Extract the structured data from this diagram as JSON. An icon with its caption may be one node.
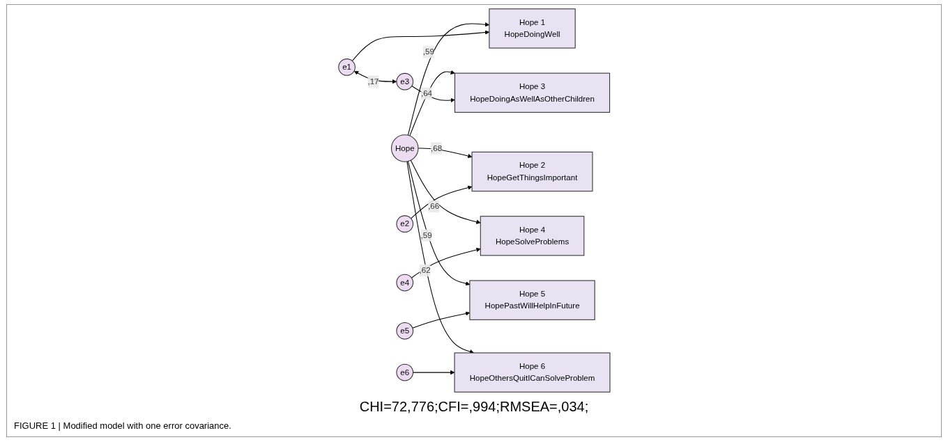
{
  "diagram": {
    "caption": "FIGURE 1 | Modified model with one error covariance.",
    "nodes": [
      {
        "text": [
          "Hope"
        ]
      },
      {
        "text": [
          "Hope 1",
          "HopeDoingWell"
        ]
      },
      {
        "text": [
          "Hope 2",
          "HopeGetThingsImportant"
        ]
      },
      {
        "text": [
          "Hope 3",
          "HopeDoingAsWellAsOtherChildren"
        ]
      },
      {
        "text": [
          "Hope 4",
          "HopeSolveProblems"
        ]
      },
      {
        "text": [
          "Hope 5",
          "HopePastWillHelpInFuture"
        ]
      },
      {
        "text": [
          "Hope 6",
          "HopeOthersQuitICanSolveProblem"
        ]
      },
      {
        "text": [
          "e1"
        ]
      },
      {
        "text": [
          "e2"
        ]
      },
      {
        "text": [
          "e3"
        ]
      },
      {
        "text": [
          "e4"
        ]
      },
      {
        "text": [
          "e5"
        ]
      },
      {
        "text": [
          "e6"
        ]
      }
    ],
    "edges": [
      {
        "from": 0,
        "to": 1,
        "arrow": "to",
        "label": ",59"
      },
      {
        "from": 0,
        "to": 2,
        "arrow": "to",
        "label": ",68"
      },
      {
        "from": 0,
        "to": 3,
        "arrow": "to",
        "label": ",64"
      },
      {
        "from": 0,
        "to": 4,
        "arrow": "to",
        "label": ",66"
      },
      {
        "from": 0,
        "to": 5,
        "arrow": "to",
        "label": ",59"
      },
      {
        "from": 0,
        "to": 6,
        "arrow": "to",
        "label": ",62"
      },
      {
        "from": 7,
        "to": 1,
        "arrow": "to"
      },
      {
        "from": 8,
        "to": 2,
        "arrow": "to"
      },
      {
        "from": 9,
        "to": 3,
        "arrow": "to"
      },
      {
        "from": 10,
        "to": 4,
        "arrow": "to"
      },
      {
        "from": 11,
        "to": 5,
        "arrow": "to"
      },
      {
        "from": 12,
        "to": 6,
        "arrow": "to"
      },
      {
        "from": 7,
        "to": 9,
        "arrow": "both",
        "label": ",17"
      }
    ],
    "labels": [
      "CHI=72,776;CFI=,994;RMSEA=,034;"
    ]
  }
}
